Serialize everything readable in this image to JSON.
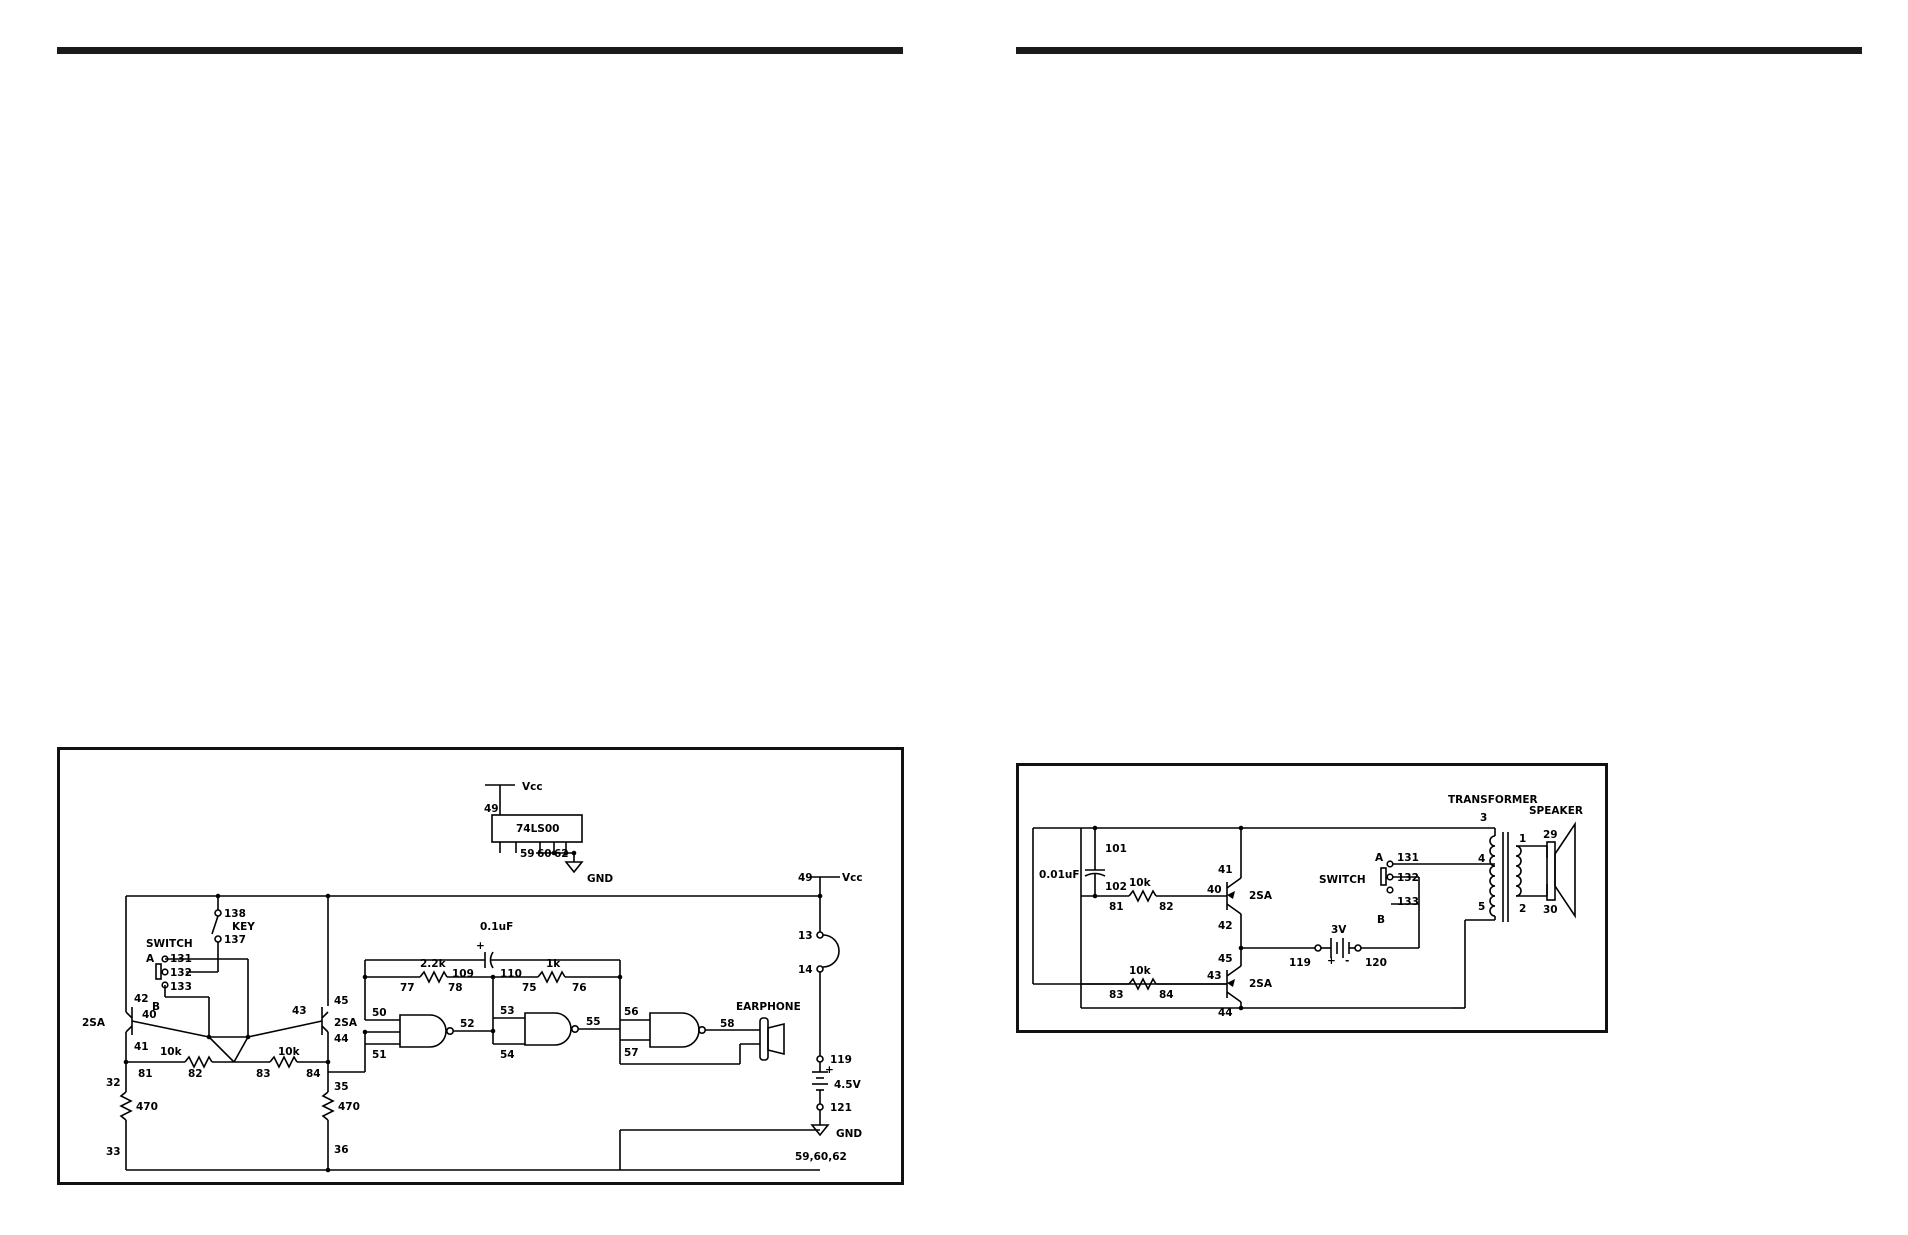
{
  "diagram_left": {
    "ic": {
      "name": "74LS00",
      "vcc_label": "Vcc",
      "vcc_pin": "49",
      "gnd_pins": [
        "59",
        "60",
        "62"
      ],
      "gnd_label": "GND"
    },
    "key": {
      "label": "KEY",
      "pins": [
        "138",
        "137"
      ]
    },
    "switch": {
      "label": "SWITCH",
      "pos_a": "A",
      "pos_b": "B",
      "pins": [
        "131",
        "132",
        "133"
      ]
    },
    "transistor_1": {
      "type": "2SA",
      "pins": [
        "42",
        "40",
        "41"
      ]
    },
    "transistor_2": {
      "type": "2SA",
      "pins": [
        "43",
        "45",
        "44"
      ]
    },
    "res_10k_a": {
      "value": "10k",
      "pins": [
        "81",
        "82"
      ]
    },
    "res_10k_b": {
      "value": "10k",
      "pins": [
        "83",
        "84"
      ]
    },
    "res_470_a": {
      "value": "470",
      "pins": [
        "32",
        "33"
      ]
    },
    "res_470_b": {
      "value": "470",
      "pins": [
        "35",
        "36"
      ]
    },
    "capacitor": {
      "value": "0.1uF",
      "pins": [
        "109",
        "110"
      ]
    },
    "res_2_2k": {
      "value": "2.2k",
      "pins": [
        "77",
        "78"
      ]
    },
    "res_1k": {
      "value": "1k",
      "pins": [
        "75",
        "76"
      ]
    },
    "gate_1": {
      "pins": [
        "50",
        "51",
        "52"
      ]
    },
    "gate_2": {
      "pins": [
        "53",
        "54",
        "55"
      ]
    },
    "gate_3": {
      "pins": [
        "56",
        "57",
        "58"
      ]
    },
    "earphone": {
      "label": "EARPHONE"
    },
    "jumper": {
      "pins": [
        "13",
        "14"
      ]
    },
    "vcc_rail": {
      "pin": "49",
      "label": "Vcc"
    },
    "battery": {
      "value": "4.5V",
      "pins": [
        "119",
        "121"
      ],
      "plus": "+"
    },
    "ground": {
      "label": "GND",
      "pins_label": "59,60,62"
    }
  },
  "diagram_right": {
    "capacitor": {
      "value": "0.01uF",
      "pins": [
        "101",
        "102"
      ]
    },
    "res_top": {
      "value": "10k",
      "pins": [
        "81",
        "82"
      ]
    },
    "res_bottom": {
      "value": "10k",
      "pins": [
        "83",
        "84"
      ]
    },
    "transistor_top": {
      "type": "2SA",
      "pins": [
        "41",
        "40",
        "42"
      ]
    },
    "transistor_bottom": {
      "type": "2SA",
      "pins": [
        "45",
        "43",
        "44"
      ]
    },
    "switch": {
      "label": "SWITCH",
      "pos_a": "A",
      "pos_b": "B",
      "pins": [
        "131",
        "132",
        "133"
      ]
    },
    "battery": {
      "value": "3V",
      "pins": [
        "119",
        "120"
      ],
      "plus": "+",
      "minus": "-"
    },
    "transformer": {
      "label": "TRANSFORMER",
      "pins": [
        "3",
        "4",
        "5",
        "1",
        "2"
      ]
    },
    "speaker": {
      "label": "SPEAKER",
      "pins": [
        "29",
        "30"
      ]
    }
  }
}
